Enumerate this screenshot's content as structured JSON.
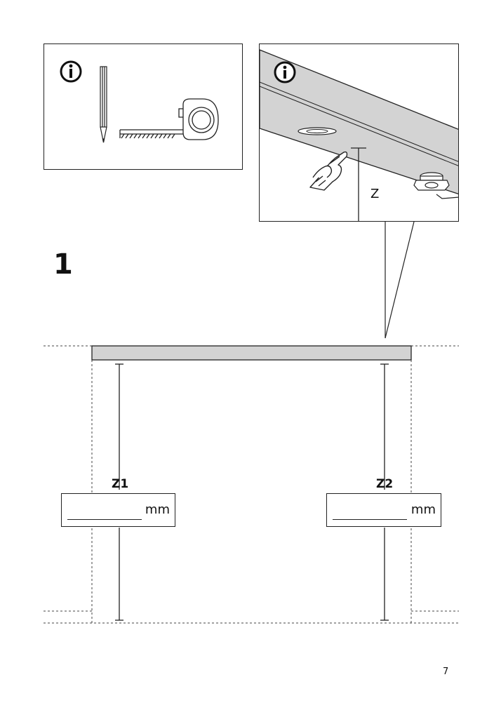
{
  "info_panels": [
    {
      "icon": "info-icon",
      "tools": [
        "pencil-icon",
        "tape-measure-icon"
      ]
    },
    {
      "icon": "info-icon",
      "detail_label": "Z",
      "elements": [
        "hand-pointing-icon",
        "countersunk-hole",
        "leveling-foot-nut"
      ]
    }
  ],
  "step": {
    "number": "1"
  },
  "measurements": [
    {
      "label": "Z1",
      "unit": "mm",
      "value": ""
    },
    {
      "label": "Z2",
      "unit": "mm",
      "value": ""
    }
  ],
  "page_number": "7",
  "colors": {
    "line": "#222222",
    "panel_fill": "#d3d3d3",
    "background": "#ffffff"
  }
}
